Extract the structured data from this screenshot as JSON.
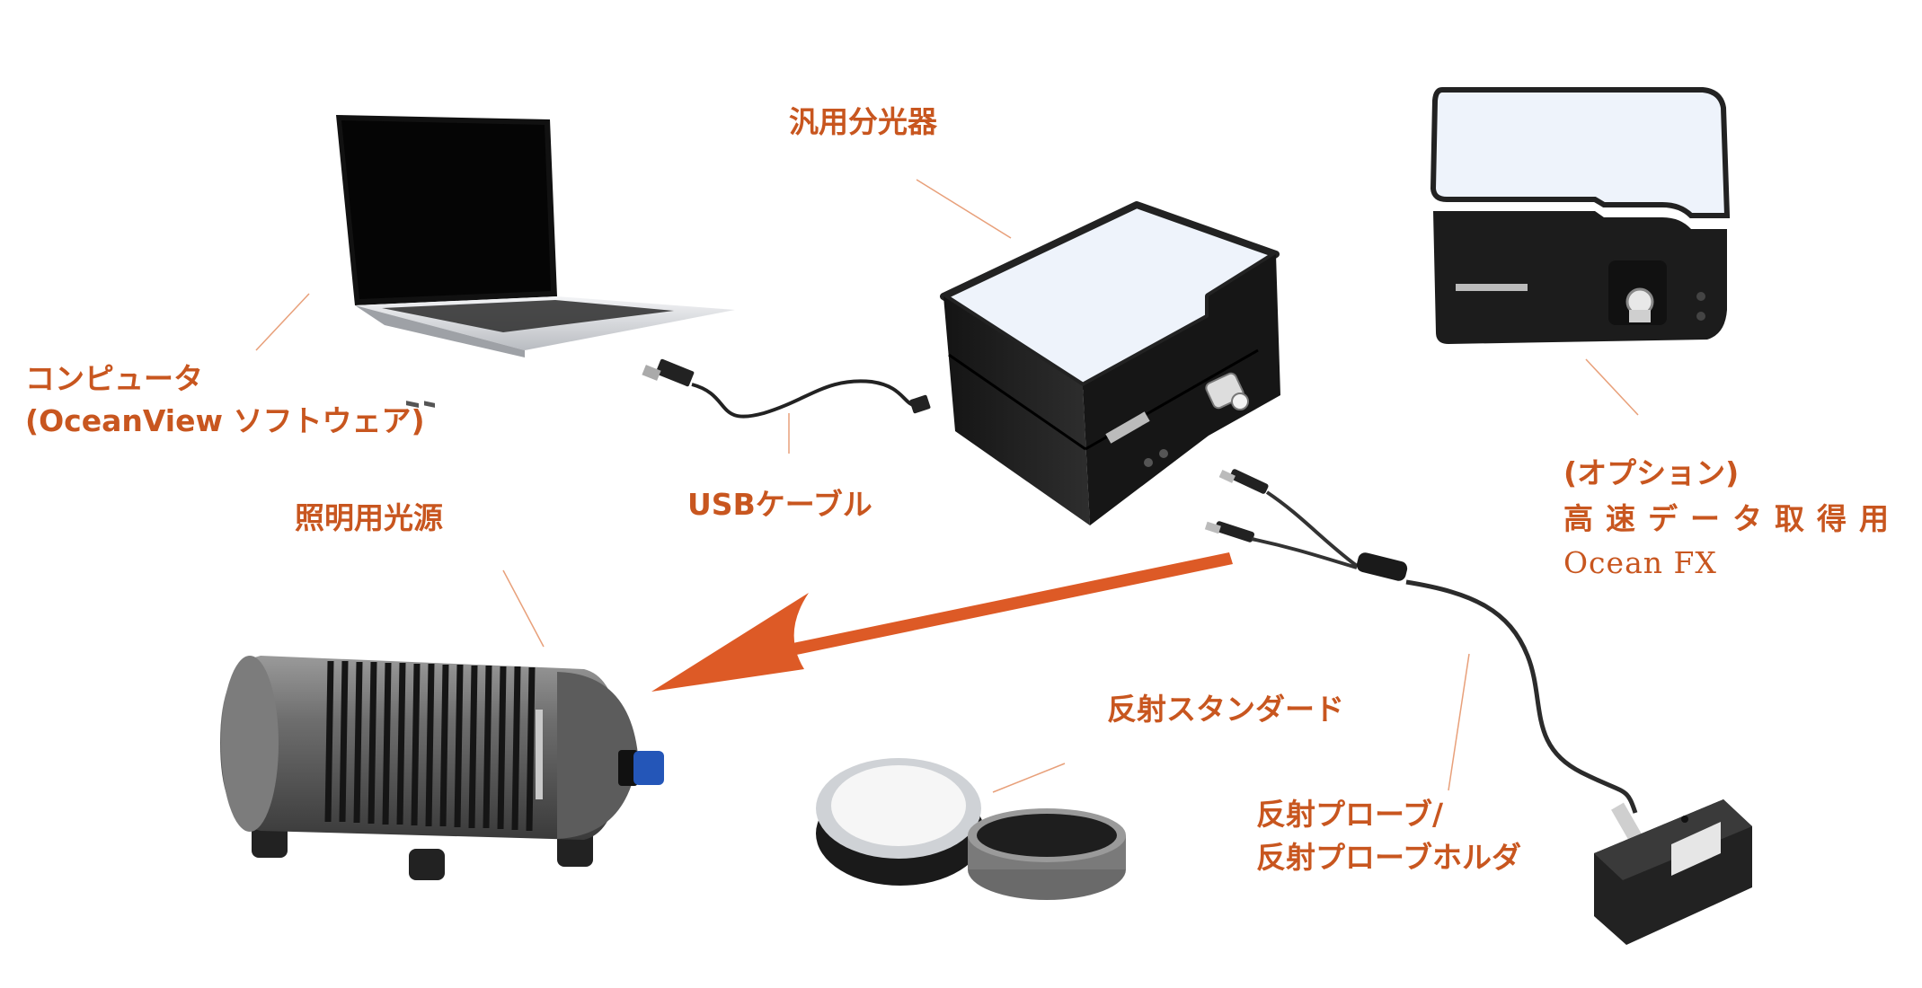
{
  "labels": {
    "spectrometer": "汎用分光器",
    "computer_line1": "コンピュータ",
    "computer_line2": "(OceanView ソフトウェア)",
    "usb_cable": "USBケーブル",
    "light_source": "照明用光源",
    "optional_line1": "(オプション)",
    "optional_line2": "高速データ取得用",
    "optional_line3": "Ocean FX",
    "reflectance_standard": "反射スタンダード",
    "probe_line1": "反射プローブ/",
    "probe_line2": "反射プローブホルダ"
  },
  "colors": {
    "label": "#c8561f",
    "arrow": "#dd5a26",
    "leader": "#e8a07a",
    "device_black": "#1f1f1f",
    "device_top": "#eef3fb",
    "laptop_silver": "#d6d8db",
    "light_source_gray": "#6b6b6b",
    "knob_blue": "#2456b8"
  },
  "icons": {
    "computer": "laptop-icon",
    "spectrometer": "spectrometer-icon",
    "ocean_fx": "ocean-fx-icon",
    "light_source": "light-source-icon",
    "reflectance_standard": "reflectance-standard-icon",
    "probe": "probe-icon",
    "cable": "usb-cable-icon",
    "arrow": "arrow-icon"
  }
}
